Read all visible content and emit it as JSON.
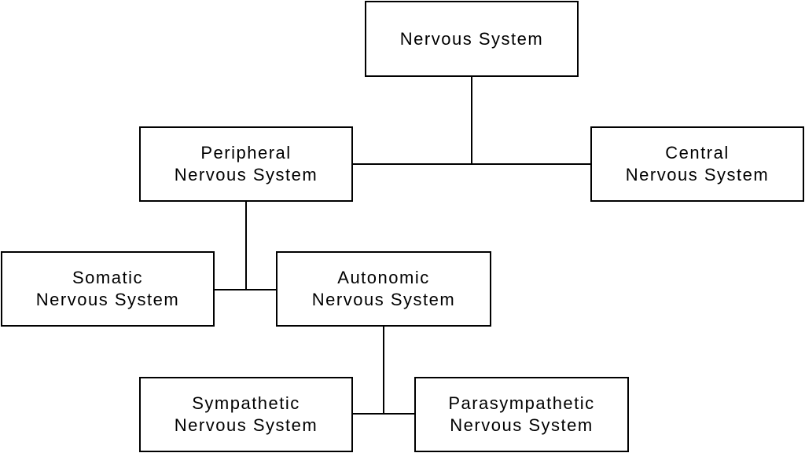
{
  "nodes": {
    "nervous_system": {
      "lines": [
        "Nervous System"
      ]
    },
    "peripheral": {
      "lines": [
        "Peripheral",
        "Nervous System"
      ]
    },
    "central": {
      "lines": [
        "Central",
        "Nervous System"
      ]
    },
    "somatic": {
      "lines": [
        "Somatic",
        "Nervous System"
      ]
    },
    "autonomic": {
      "lines": [
        "Autonomic",
        "Nervous System"
      ]
    },
    "sympathetic": {
      "lines": [
        "Sympathetic",
        "Nervous System"
      ]
    },
    "parasympathetic": {
      "lines": [
        "Parasympathetic",
        "Nervous System"
      ]
    }
  },
  "colors": {
    "line": "#000000",
    "box_border": "#000000",
    "background": "#ffffff"
  }
}
